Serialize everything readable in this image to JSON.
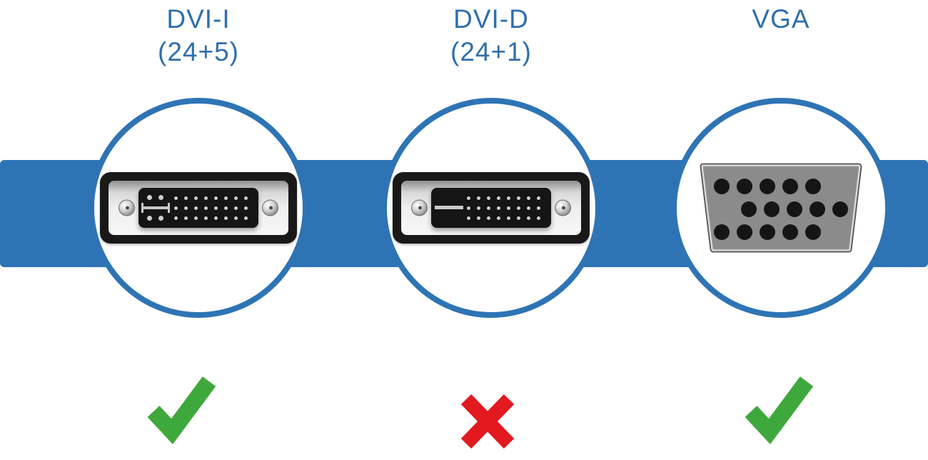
{
  "figure": {
    "type": "connector-compatibility-diagram",
    "columns": [
      {
        "name": "dvi-i",
        "label_lines": [
          "DVI-I",
          "(24+5)"
        ],
        "connector": "DVI-I male connector",
        "digital_pins": {
          "rows": 3,
          "cols": 8,
          "total": 24
        },
        "analog_pins": {
          "pins": 4,
          "ground_blade": true
        },
        "verdict_icon": "check-icon"
      },
      {
        "name": "dvi-d",
        "label_lines": [
          "DVI-D",
          "(24+1)"
        ],
        "connector": "DVI-D male connector",
        "digital_pins": {
          "rows": 3,
          "cols": 8,
          "total": 24
        },
        "analog_pins": {
          "pins": 0,
          "ground_blade": true
        },
        "verdict_icon": "cross-icon"
      },
      {
        "name": "vga",
        "label_lines": [
          "VGA"
        ],
        "connector": "VGA female connector",
        "holes": {
          "rows": 3,
          "cols": 5,
          "total": 15
        },
        "verdict_icon": "check-icon"
      }
    ]
  },
  "colors": {
    "band_blue": "#2e74b5",
    "circle_border": "#2e74b5",
    "label_text": "#2f6fac",
    "check_green": "#3fa83c",
    "cross_red": "#e2191f",
    "connector_shell": "#191919",
    "connector_face": "#efefef",
    "vga_face": "#8b8b8b"
  }
}
